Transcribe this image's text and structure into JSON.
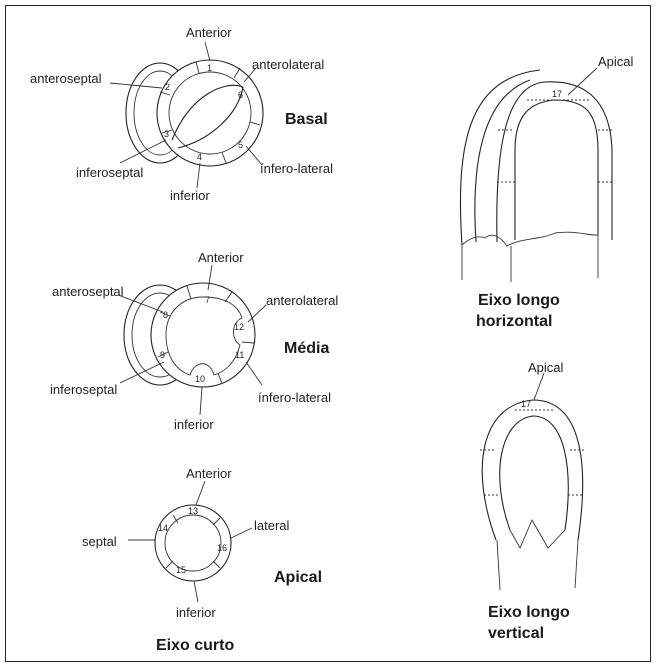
{
  "basal": {
    "title": "Basal",
    "labels": {
      "anterior": "Anterior",
      "anterolateral": "anterolateral",
      "anteroseptal": "anteroseptal",
      "inferoseptal": "inferoseptal",
      "inferior": "inferior",
      "inferolateral": "ínfero-lateral"
    },
    "segments": [
      "1",
      "2",
      "3",
      "4",
      "5",
      "6"
    ]
  },
  "media": {
    "title": "Média",
    "labels": {
      "anterior": "Anterior",
      "anterolateral": "anterolateral",
      "anteroseptal": "anteroseptal",
      "inferoseptal": "inferoseptal",
      "inferior": "inferior",
      "inferolateral": "ínfero-lateral"
    },
    "segments": [
      "7",
      "8",
      "9",
      "10",
      "11",
      "12"
    ]
  },
  "apical": {
    "title": "Apical",
    "labels": {
      "anterior": "Anterior",
      "lateral": "lateral",
      "septal": "septal",
      "inferior": "inferior"
    },
    "segments": [
      "13",
      "14",
      "15",
      "16"
    ]
  },
  "short_axis_caption": "Eixo curto",
  "horizontal": {
    "apical_label": "Apical",
    "segment": "17",
    "caption_line1": "Eixo longo",
    "caption_line2": "horizontal"
  },
  "vertical": {
    "apical_label": "Apical",
    "segment": "17",
    "caption_line1": "Eixo longo",
    "caption_line2": "vertical"
  }
}
